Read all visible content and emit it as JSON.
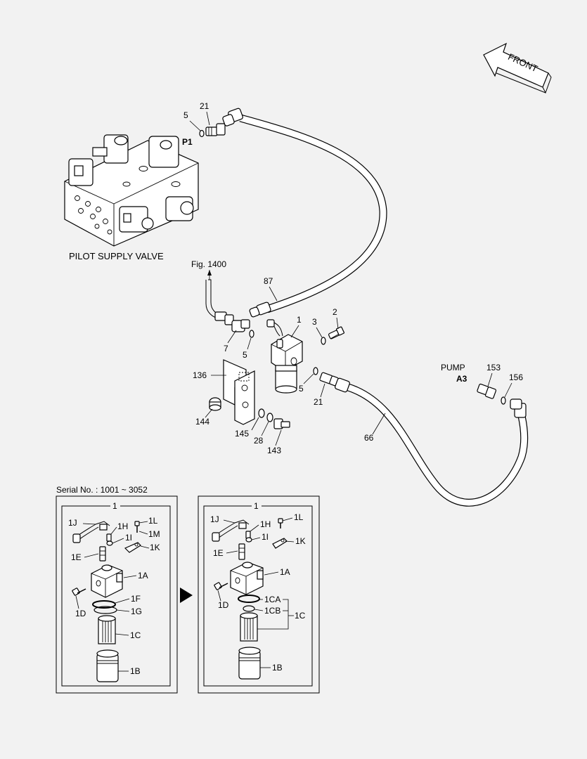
{
  "front_arrow": {
    "label": "FRONT"
  },
  "valve_caption": "PILOT SUPPLY VALVE",
  "port_p1": "P1",
  "fig_ref": "Fig. 1400",
  "pump": {
    "label": "PUMP",
    "port": "A3"
  },
  "serial": "Serial No. : 1001 ~ 3052",
  "callouts": {
    "c5a": "5",
    "c21a": "21",
    "c87": "87",
    "c1": "1",
    "c2": "2",
    "c3": "3",
    "c7": "7",
    "c5b": "5",
    "c136": "136",
    "c5c": "5",
    "c21b": "21",
    "c144": "144",
    "c145": "145",
    "c28": "28",
    "c143": "143",
    "c153": "153",
    "c156": "156",
    "c66": "66"
  },
  "detail_left": {
    "title": "1",
    "labels": {
      "j": "1J",
      "h": "1H",
      "l": "1L",
      "m": "1M",
      "i": "1I",
      "k": "1K",
      "e": "1E",
      "a": "1A",
      "f": "1F",
      "d": "1D",
      "g": "1G",
      "c": "1C",
      "b": "1B"
    }
  },
  "detail_right": {
    "title": "1",
    "labels": {
      "j": "1J",
      "h": "1H",
      "l": "1L",
      "i": "1I",
      "k": "1K",
      "e": "1E",
      "a": "1A",
      "ca": "1CA",
      "d": "1D",
      "cb": "1CB",
      "c": "1C",
      "b": "1B"
    }
  }
}
